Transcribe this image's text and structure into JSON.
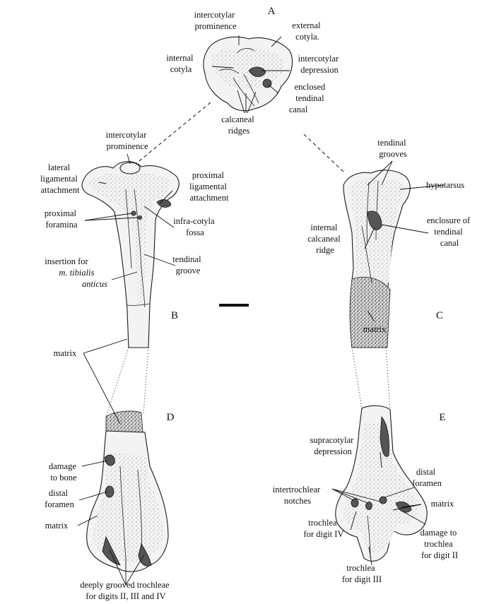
{
  "panels": {
    "a": "A",
    "b": "B",
    "c": "C",
    "d": "D",
    "e": "E"
  },
  "labels": {
    "intercotylar_prominence_top": [
      "intercotylar",
      "prominence"
    ],
    "external_cotyla": [
      "external",
      "cotyla."
    ],
    "internal_cotyla": [
      "internal",
      "cotyla"
    ],
    "intercotylar_depression": [
      "intercotylar",
      "depression"
    ],
    "enclosed_tendinal_canal": [
      "enclosed",
      "tendinal",
      "canal"
    ],
    "calcaneal_ridges": [
      "calcaneal",
      "ridges"
    ],
    "intercotylar_prominence_b": [
      "intercotylar",
      "prominence"
    ],
    "lateral_ligamental": [
      "lateral",
      "ligamental",
      "attachment"
    ],
    "proximal_ligamental": [
      "proximal",
      "ligamental",
      "attachment"
    ],
    "proximal_foramina": [
      "proximal",
      "foramina"
    ],
    "infra_cotyla_fossa": [
      "infra-cotyla",
      "fossa"
    ],
    "insertion_for": [
      "insertion for"
    ],
    "m_tibialis": [
      "m. tibialis",
      "anticus"
    ],
    "tendinal_groove": [
      "tendinal",
      "groove"
    ],
    "tendinal_grooves": [
      "tendinal",
      "grooves"
    ],
    "hypotarsus": [
      "hypotarsus"
    ],
    "internal_calcaneal_ridge": [
      "internal",
      "calcaneal",
      "ridge"
    ],
    "enclosure_tendinal_canal": [
      "enclosure of",
      "tendinal",
      "canal"
    ],
    "matrix_c": [
      "matrix"
    ],
    "matrix_mid": [
      "matrix"
    ],
    "damage_to_bone": [
      "damage",
      "to bone"
    ],
    "distal_foramen_d": [
      "distal",
      "foramen"
    ],
    "matrix_d": [
      "matrix"
    ],
    "deeply_grooved": [
      "deeply grooved trochleae",
      "for digits II, III and IV"
    ],
    "supracotylar_depression": [
      "supracotylar",
      "depression"
    ],
    "distal_foramen_e": [
      "distal",
      "foramen"
    ],
    "intertrochlear_notches": [
      "intertrochlear",
      "notches"
    ],
    "matrix_e": [
      "matrix"
    ],
    "trochlea_digit_iv": [
      "trochlea",
      "for digit IV"
    ],
    "damage_trochlea_ii": [
      "damage to",
      "trochlea",
      "for digit II"
    ],
    "trochlea_digit_iii": [
      "trochlea",
      "for digit III"
    ]
  }
}
